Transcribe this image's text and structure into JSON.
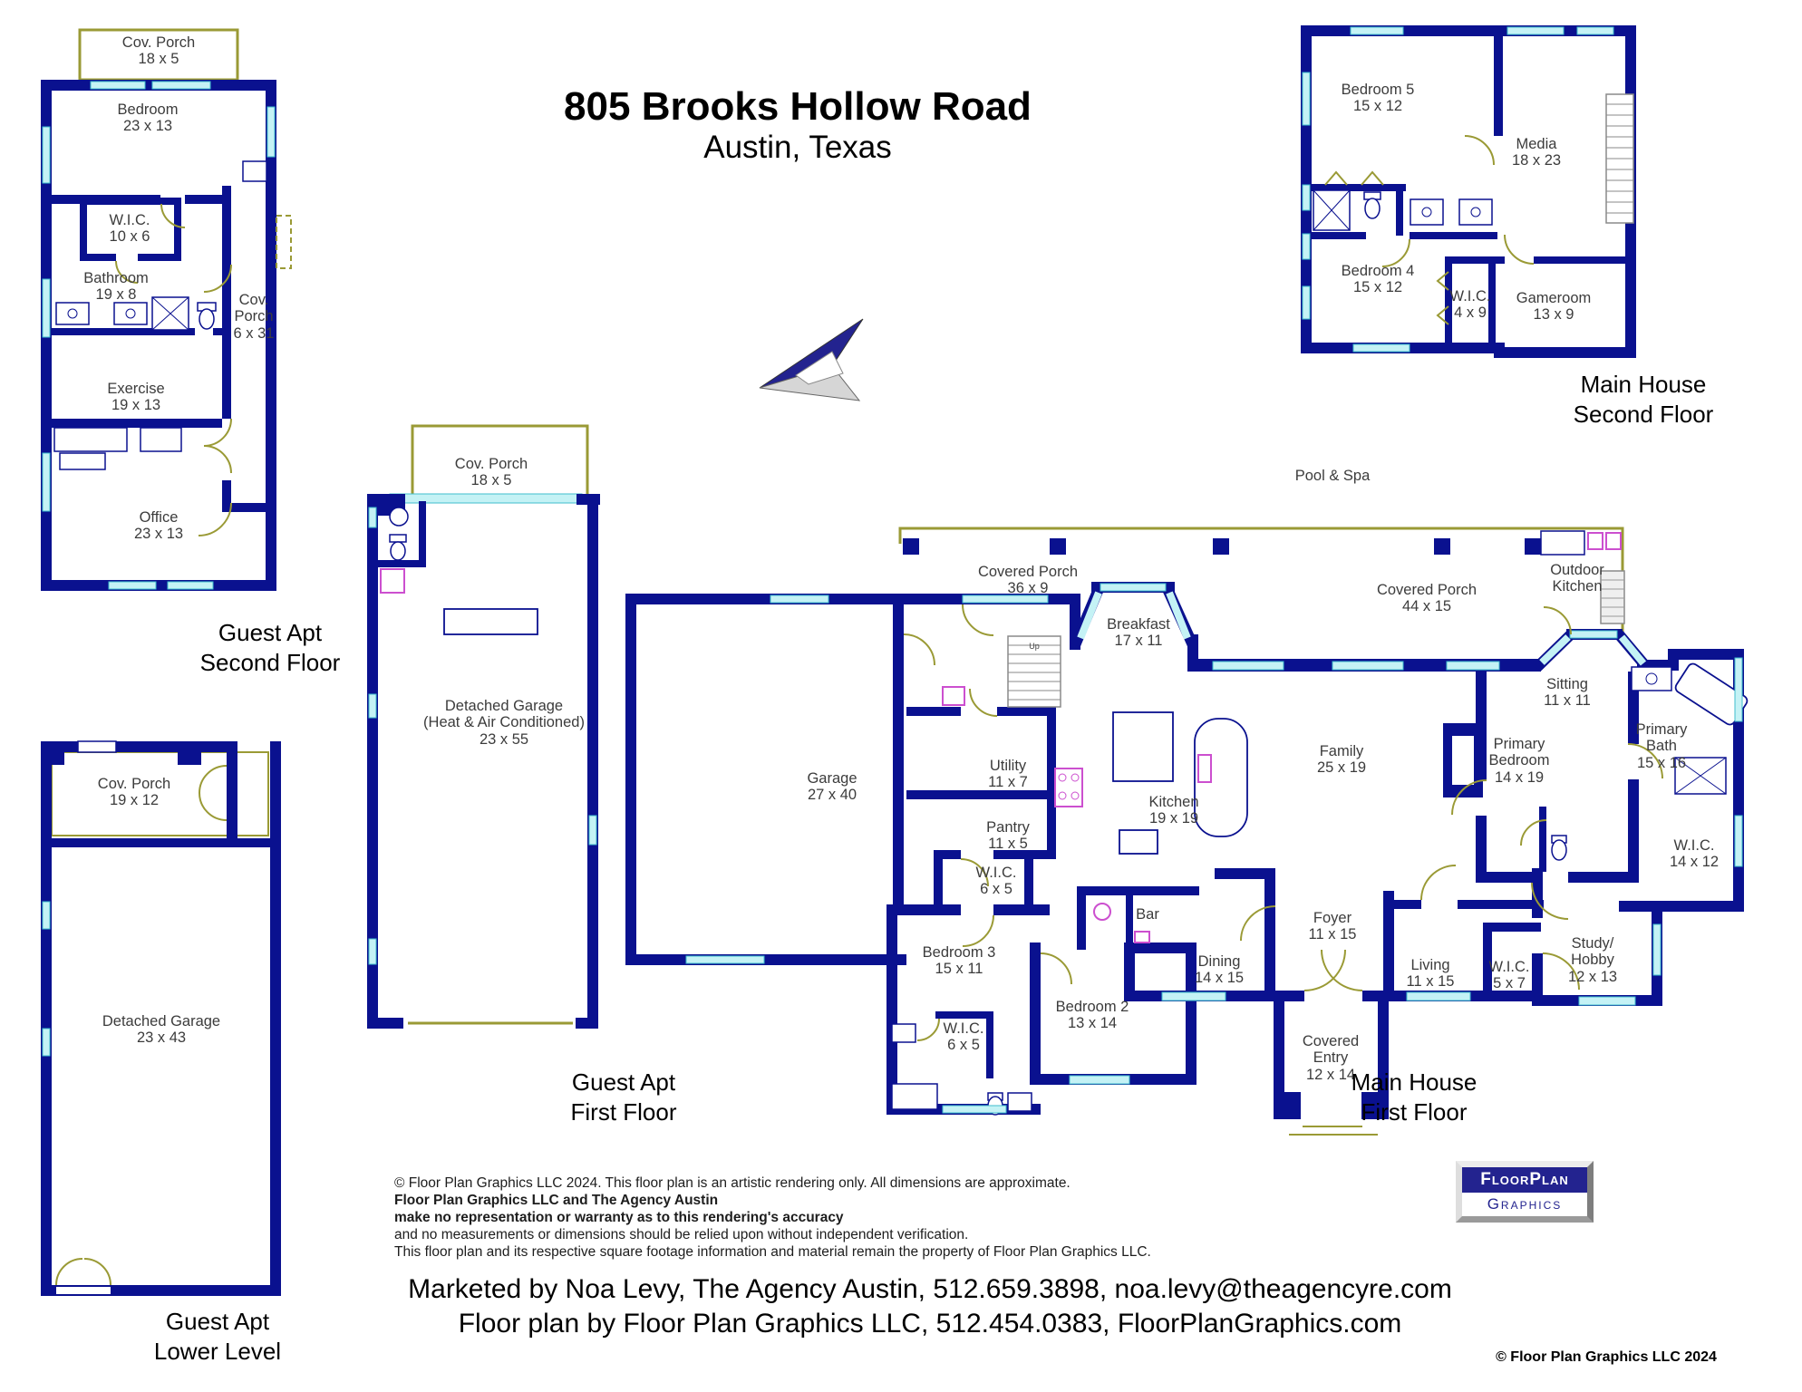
{
  "title": {
    "line1": "805 Brooks Hollow Road",
    "line2": "Austin, Texas"
  },
  "site": {
    "pool_spa": "Pool & Spa",
    "stairs_up": "Up"
  },
  "guest_apt_second_floor": {
    "floor_label_1": "Guest Apt",
    "floor_label_2": "Second Floor",
    "rooms": {
      "cov_porch_top": {
        "name": "Cov. Porch",
        "dims": "18 x 5"
      },
      "bedroom": {
        "name": "Bedroom",
        "dims": "23 x 13"
      },
      "wic": {
        "name": "W.I.C.",
        "dims": "10 x 6"
      },
      "bathroom": {
        "name": "Bathroom",
        "dims": "19 x 8"
      },
      "cov_porch_side": {
        "name": "Cov. Porch",
        "dims": "6 x 31"
      },
      "exercise": {
        "name": "Exercise",
        "dims": "19 x 13"
      },
      "office": {
        "name": "Office",
        "dims": "23 x 13"
      }
    }
  },
  "guest_apt_first_floor": {
    "floor_label_1": "Guest Apt",
    "floor_label_2": "First Floor",
    "rooms": {
      "cov_porch": {
        "name": "Cov. Porch",
        "dims": "18 x 5"
      },
      "garage": {
        "name": "Detached Garage",
        "qualifier": "(Heat & Air Conditioned)",
        "dims": "23 x 55"
      }
    }
  },
  "guest_apt_lower_level": {
    "floor_label_1": "Guest Apt",
    "floor_label_2": "Lower Level",
    "rooms": {
      "cov_porch": {
        "name": "Cov. Porch",
        "dims": "19 x 12"
      },
      "garage": {
        "name": "Detached Garage",
        "dims": "23 x 43"
      }
    }
  },
  "main_house_second_floor": {
    "floor_label_1": "Main House",
    "floor_label_2": "Second Floor",
    "rooms": {
      "bedroom5": {
        "name": "Bedroom 5",
        "dims": "15 x 12"
      },
      "media": {
        "name": "Media",
        "dims": "18 x 23"
      },
      "bedroom4": {
        "name": "Bedroom 4",
        "dims": "15 x 12"
      },
      "wic": {
        "name": "W.I.C.",
        "dims": "4 x 9"
      },
      "gameroom": {
        "name": "Gameroom",
        "dims": "13 x 9"
      }
    }
  },
  "main_house_first_floor": {
    "floor_label_1": "Main House",
    "floor_label_2": "First Floor",
    "rooms": {
      "covered_porch_small": {
        "name": "Covered Porch",
        "dims": "36 x 9"
      },
      "covered_porch_large": {
        "name": "Covered Porch",
        "dims": "44 x 15"
      },
      "outdoor_kitchen": {
        "name": "Outdoor Kitchen"
      },
      "breakfast": {
        "name": "Breakfast",
        "dims": "17 x 11"
      },
      "garage": {
        "name": "Garage",
        "dims": "27 x 40"
      },
      "utility": {
        "name": "Utility",
        "dims": "11 x 7"
      },
      "kitchen": {
        "name": "Kitchen",
        "dims": "19 x 19"
      },
      "family": {
        "name": "Family",
        "dims": "25 x 19"
      },
      "sitting": {
        "name": "Sitting",
        "dims": "11 x 11"
      },
      "primary_bedroom": {
        "name": "Primary Bedroom",
        "dims": "14 x 19"
      },
      "primary_bath": {
        "name": "Primary Bath",
        "dims": "15 x 16"
      },
      "wic_primary": {
        "name": "W.I.C.",
        "dims": "14 x 12"
      },
      "pantry": {
        "name": "Pantry",
        "dims": "11 x 5"
      },
      "wic_hall": {
        "name": "W.I.C.",
        "dims": "6 x 5"
      },
      "bar": {
        "name": "Bar"
      },
      "bedroom3": {
        "name": "Bedroom 3",
        "dims": "15 x 11"
      },
      "wic_bedroom3": {
        "name": "W.I.C.",
        "dims": "6 x 5"
      },
      "bedroom2": {
        "name": "Bedroom 2",
        "dims": "13 x 14"
      },
      "dining": {
        "name": "Dining",
        "dims": "14 x 15"
      },
      "foyer": {
        "name": "Foyer",
        "dims": "11 x 15"
      },
      "living": {
        "name": "Living",
        "dims": "11 x 15"
      },
      "wic_living": {
        "name": "W.I.C.",
        "dims": "5 x 7"
      },
      "study": {
        "name": "Study/",
        "name2": "Hobby",
        "dims": "12 x 13"
      },
      "covered_entry": {
        "name": "Covered Entry",
        "dims": "12 x 14"
      }
    }
  },
  "disclaimer": {
    "line1": "© Floor Plan Graphics LLC 2024. This floor plan is an artistic rendering only. All dimensions are approximate.",
    "line2": "Floor Plan Graphics LLC and The Agency Austin",
    "line3": "make no representation or warranty as to this rendering's accuracy",
    "line4": "and no measurements or dimensions should be relied upon without independent verification.",
    "line5": "This floor plan and its respective square footage information and material remain the property of Floor Plan Graphics LLC."
  },
  "marketing": {
    "line1": "Marketed by Noa Levy, The Agency Austin, 512.659.3898, noa.levy@theagencyre.com",
    "line2": "Floor plan by Floor Plan Graphics LLC, 512.454.0383, FloorPlanGraphics.com"
  },
  "logo": {
    "line1": "FloorPlan",
    "line2": "Graphics"
  },
  "copyright_bottom": "© Floor Plan Graphics LLC 2024",
  "colors": {
    "wall": "#0a118f",
    "window": "#c4f2f5",
    "window_edge": "#3fbecd",
    "porch_line": "#9a9a35",
    "appliance_pink": "#cc4fcf",
    "logo_navy": "#23238f"
  }
}
